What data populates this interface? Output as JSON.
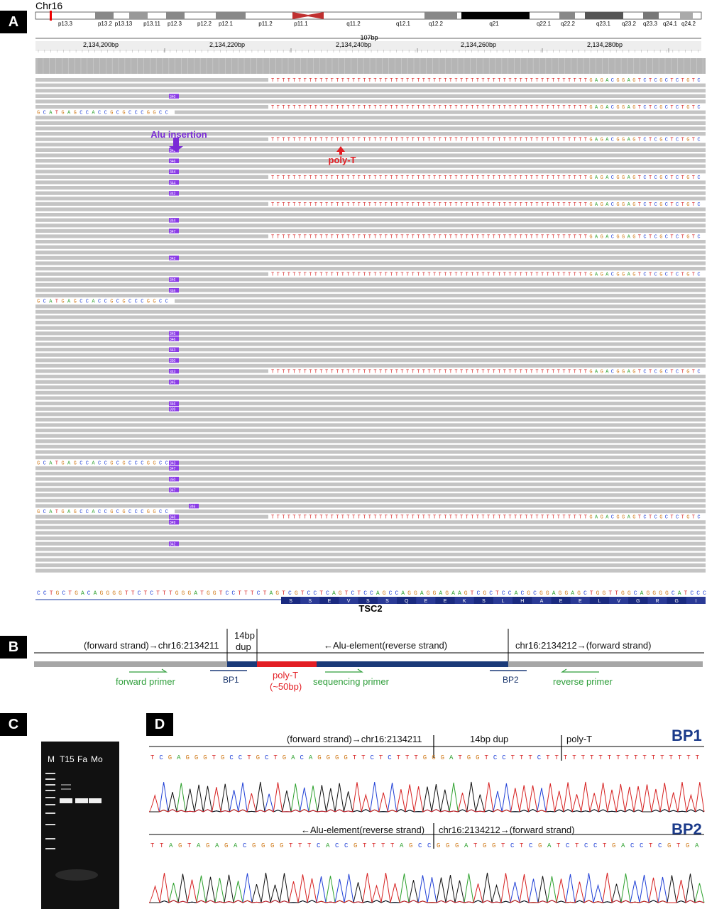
{
  "panels": {
    "a": "A",
    "b": "B",
    "c": "C",
    "d": "D"
  },
  "igv": {
    "chromosome": "Chr16",
    "bands": [
      "p13.3",
      "p13.2",
      "p13.13",
      "p13.11",
      "p12.3",
      "p12.2",
      "p12.1",
      "p11.2",
      "p11.1",
      "q11.2",
      "q12.1",
      "q12.2",
      "q21",
      "q22.1",
      "q22.2",
      "q23.1",
      "q23.2",
      "q23.3",
      "q24.1",
      "q24.2"
    ],
    "span": "107bp",
    "positions": [
      "2,134,200bp",
      "2,134,220bp",
      "2,134,240bp",
      "2,134,260bp",
      "2,134,280bp"
    ],
    "alu_label": "Alu insertion",
    "polyt_label": "poly-T",
    "gene": "TSC2",
    "ref_sequence": "CCTGCTGACAGGGGTTCTCTTTGGGATGGTCCTTTCTAGTCGTCCTCAGTCTCCAGCCAGGAGGAGAAGTCGCTCCACGCGGAGGAGCTGGTTGGCAGGGGCATCCC",
    "amino_acids": [
      "S",
      "S",
      "E",
      "V",
      "S",
      "S",
      "Q",
      "E",
      "E",
      "K",
      "S",
      "L",
      "H",
      "A",
      "E",
      "E",
      "L",
      "V",
      "G",
      "R",
      "G",
      "I"
    ],
    "insert_counts": [
      "340",
      "342",
      "346",
      "344",
      "344",
      "342",
      "344",
      "347",
      "342",
      "346",
      "346",
      "345",
      "346",
      "343",
      "350",
      "343",
      "345",
      "346",
      "339",
      "343",
      "347",
      "350",
      "347",
      "346",
      "346",
      "349",
      "342"
    ],
    "softclip_seq": "GCATGAGCCACCGCGCCCGGCC",
    "polyt_tail": "TTTTTTTTTTTTTTTTTTTTTTTTTTTTTTTTTTTTTTTTTTTTTTTTTTTTTTTTTTTGAGACGGAGTCTCGCTCTGTC"
  },
  "panelB": {
    "left_text": "(forward strand)→chr16:2134211",
    "dup_line1": "14bp",
    "dup_line2": "dup",
    "alu_text": "←Alu-element(reverse strand)",
    "right_text": "chr16:2134212→(forward strand)",
    "forward_primer": "forward primer",
    "bp1": "BP1",
    "polyt_line1": "poly-T",
    "polyt_line2": "(~50bp)",
    "sequencing_primer": "sequencing primer",
    "bp2": "BP2",
    "reverse_primer": "reverse primer",
    "colors": {
      "grey": "#a6a6a6",
      "navy": "#1b3a78",
      "red": "#e31e24",
      "green": "#2e9e3a"
    }
  },
  "panelC": {
    "lanes": [
      "M",
      "T15",
      "Fa",
      "Mo"
    ]
  },
  "panelD": {
    "bp1_title": "BP1",
    "bp1_left": "(forward strand)→chr16:2134211",
    "bp1_mid": "14bp dup",
    "bp1_right": "poly-T",
    "bp1_seq": "TCGAGGGTGCCTGCTGACAGGGGTTCTCTTTGGGATGGTCCTTTCTTTTTTTTTTTTTTTTTT",
    "bp2_title": "BP2",
    "bp2_left": "←Alu-element(reverse strand)",
    "bp2_right": "chr16:2134212→(forward strand)",
    "bp2_seq": "TTAGTAGAGACGGGGTTTCACCGTTTTAGCCGGGATGGTCTCGATCTCCTGACCTCGTGA"
  }
}
